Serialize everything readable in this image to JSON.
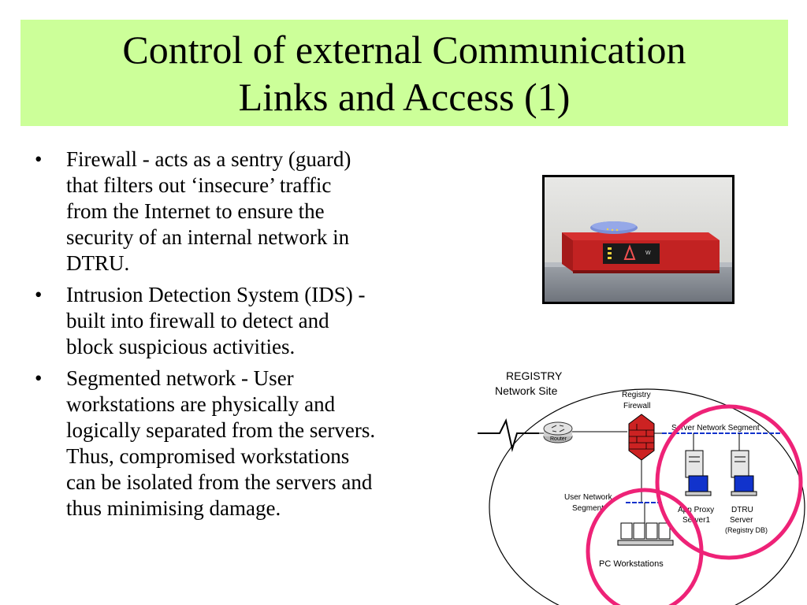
{
  "title": {
    "line1": "Control of external Communication",
    "line2": "Links and Access (1)"
  },
  "bullets": [
    {
      "marker": "•",
      "text": "Firewall - acts as a sentry (guard)\nthat filters out ‘insecure’ traffic\nfrom the Internet to ensure the\nsecurity of an internal network in\nDTRU."
    },
    {
      "marker": "•",
      "text": "Intrusion Detection System (IDS) -\nbuilt into firewall to detect and\nblock suspicious activities."
    },
    {
      "marker": "•",
      "text": "Segmented network - User\nworkstations are physically and\nlogically separated from the servers.\nThus, compromised workstations\ncan be isolated from the servers and\nthus minimising damage."
    }
  ],
  "diagram": {
    "site_label_1": "REGISTRY",
    "site_label_2": "Network Site",
    "firewall_label_1": "Registry",
    "firewall_label_2": "Firewall",
    "router_label": "Router",
    "server_segment_label": "Server Network Segment",
    "user_segment_label_1": "User Network",
    "user_segment_label_2": "Segment",
    "app_proxy_label_1": "App Proxy",
    "app_proxy_label_2": "Server1",
    "dtru_label_1": "DTRU",
    "dtru_label_2": "Server",
    "dtru_label_3": "(Registry DB)",
    "pc_label": "PC Workstations",
    "highlight_color": "#ee2277"
  },
  "colors": {
    "title_background": "#ccff99",
    "firewall_red": "#cc2222",
    "monitor_blue": "#1133cc"
  }
}
